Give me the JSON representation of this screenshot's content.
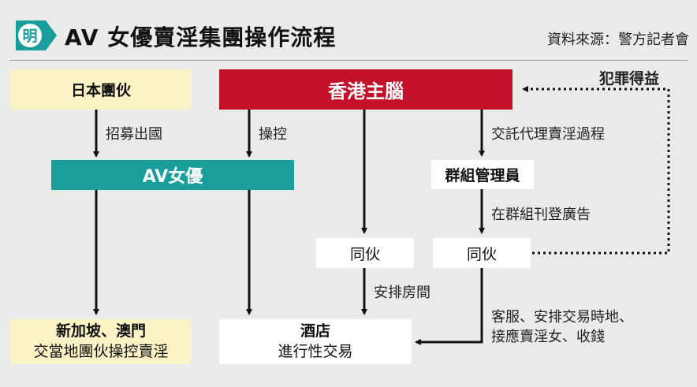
{
  "logo": {
    "char": "明",
    "bg_color": "#1a9e9b"
  },
  "header": {
    "title": "AV 女優賣淫集團操作流程",
    "source": "資料來源：警方記者會"
  },
  "nodes": {
    "japan": "日本團伙",
    "hk": "香港主腦",
    "av": "AV女優",
    "admin": "群組管理員",
    "accomplice1": "同伙",
    "accomplice2": "同伙",
    "sg_line1": "新加坡、澳門",
    "sg_line2": "交當地團伙操控賣淫",
    "hotel_line1": "酒店",
    "hotel_line2": "進行性交易"
  },
  "labels": {
    "recruit": "招募出國",
    "control": "操控",
    "delegate": "交託代理賣淫過程",
    "ads": "在群組刊登廣告",
    "room": "安排房間",
    "service_line1": "客服、安排交易時地、",
    "service_line2": "接應賣淫女、收錢",
    "proceeds": "犯罪得益"
  },
  "colors": {
    "red": "#c4112a",
    "teal": "#1a9e9b",
    "yellow": "#fbf3c6",
    "background": "#e9ebe9"
  }
}
